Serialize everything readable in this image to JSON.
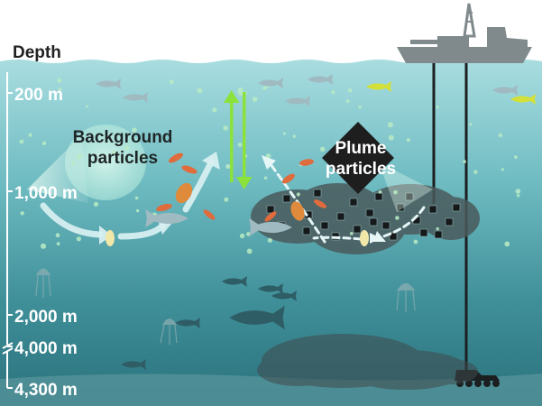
{
  "depth_scale": {
    "title": "Depth",
    "marks": [
      "200 m",
      "1,000 m",
      "2,000 m",
      "4,000 m",
      "4,300 m"
    ]
  },
  "labels": {
    "background": [
      "Background",
      "particles"
    ],
    "plume": [
      "Plume",
      "particles"
    ]
  },
  "colors": {
    "sky": "#ffffff",
    "water_top": "#a9dde0",
    "water_mid": "#5fb0b6",
    "water_deep": "#2f7c87",
    "seafloor": "#5d9aa0",
    "vessel": "#808a8c",
    "plume": "#3f4a4c",
    "arrow_light": "#d9f1f2",
    "vertical_arrows": "#8ae23a",
    "diamond": "#1e1e1e",
    "fish": "#9fbac0",
    "fish_yellow": "#d3e03a"
  },
  "icons": [
    "drill-ship-icon",
    "mining-vehicle-icon",
    "fish-icon",
    "jellyfish-icon",
    "shrimp-icon",
    "vertical-migration-arrows-icon"
  ]
}
